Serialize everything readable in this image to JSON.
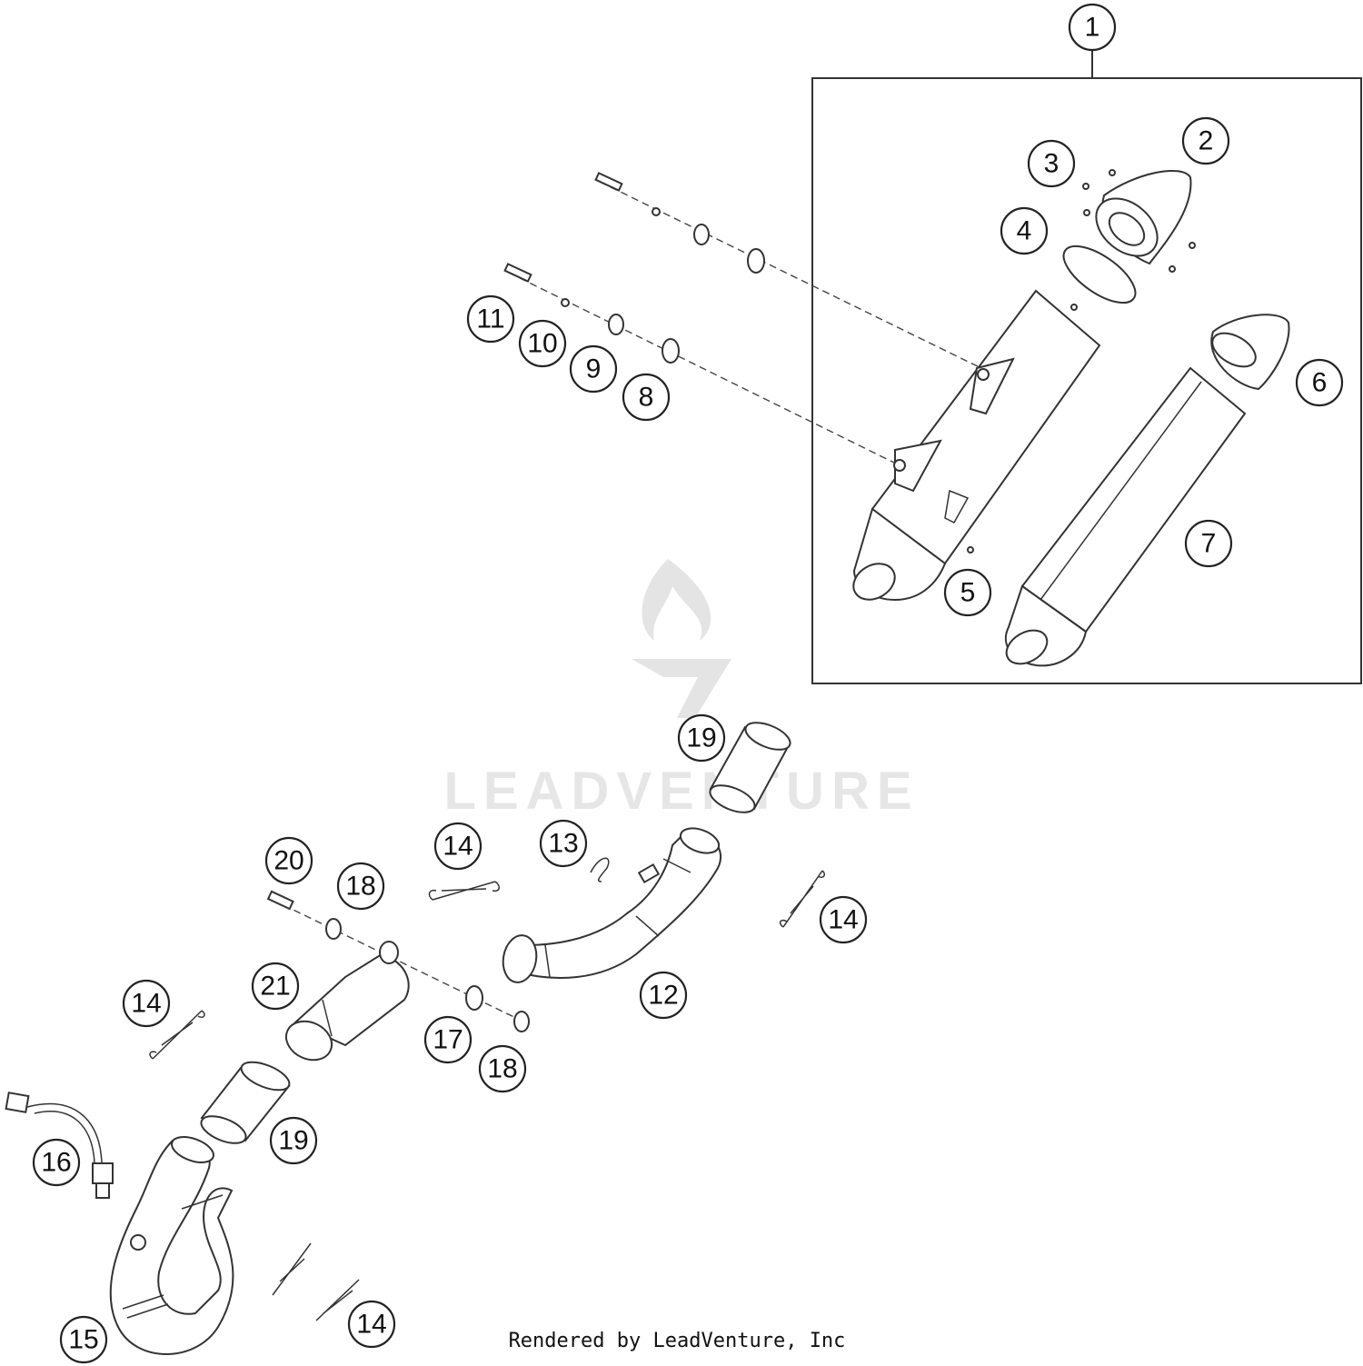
{
  "diagram": {
    "watermark_text": "LEADVENTURE",
    "credit": "Rendered by LeadVenture, Inc",
    "callouts": [
      {
        "id": "c1",
        "label": "1"
      },
      {
        "id": "c2",
        "label": "2"
      },
      {
        "id": "c3",
        "label": "3"
      },
      {
        "id": "c4",
        "label": "4"
      },
      {
        "id": "c5",
        "label": "5"
      },
      {
        "id": "c6",
        "label": "6"
      },
      {
        "id": "c7",
        "label": "7"
      },
      {
        "id": "c8",
        "label": "8"
      },
      {
        "id": "c9",
        "label": "9"
      },
      {
        "id": "c10",
        "label": "10"
      },
      {
        "id": "c11",
        "label": "11"
      },
      {
        "id": "c12",
        "label": "12"
      },
      {
        "id": "c13",
        "label": "13"
      },
      {
        "id": "c14a",
        "label": "14"
      },
      {
        "id": "c14b",
        "label": "14"
      },
      {
        "id": "c14c",
        "label": "14"
      },
      {
        "id": "c14d",
        "label": "14"
      },
      {
        "id": "c15",
        "label": "15"
      },
      {
        "id": "c16",
        "label": "16"
      },
      {
        "id": "c17",
        "label": "17"
      },
      {
        "id": "c18a",
        "label": "18"
      },
      {
        "id": "c18b",
        "label": "18"
      },
      {
        "id": "c19a",
        "label": "19"
      },
      {
        "id": "c19b",
        "label": "19"
      },
      {
        "id": "c20",
        "label": "20"
      },
      {
        "id": "c21",
        "label": "21"
      }
    ]
  }
}
